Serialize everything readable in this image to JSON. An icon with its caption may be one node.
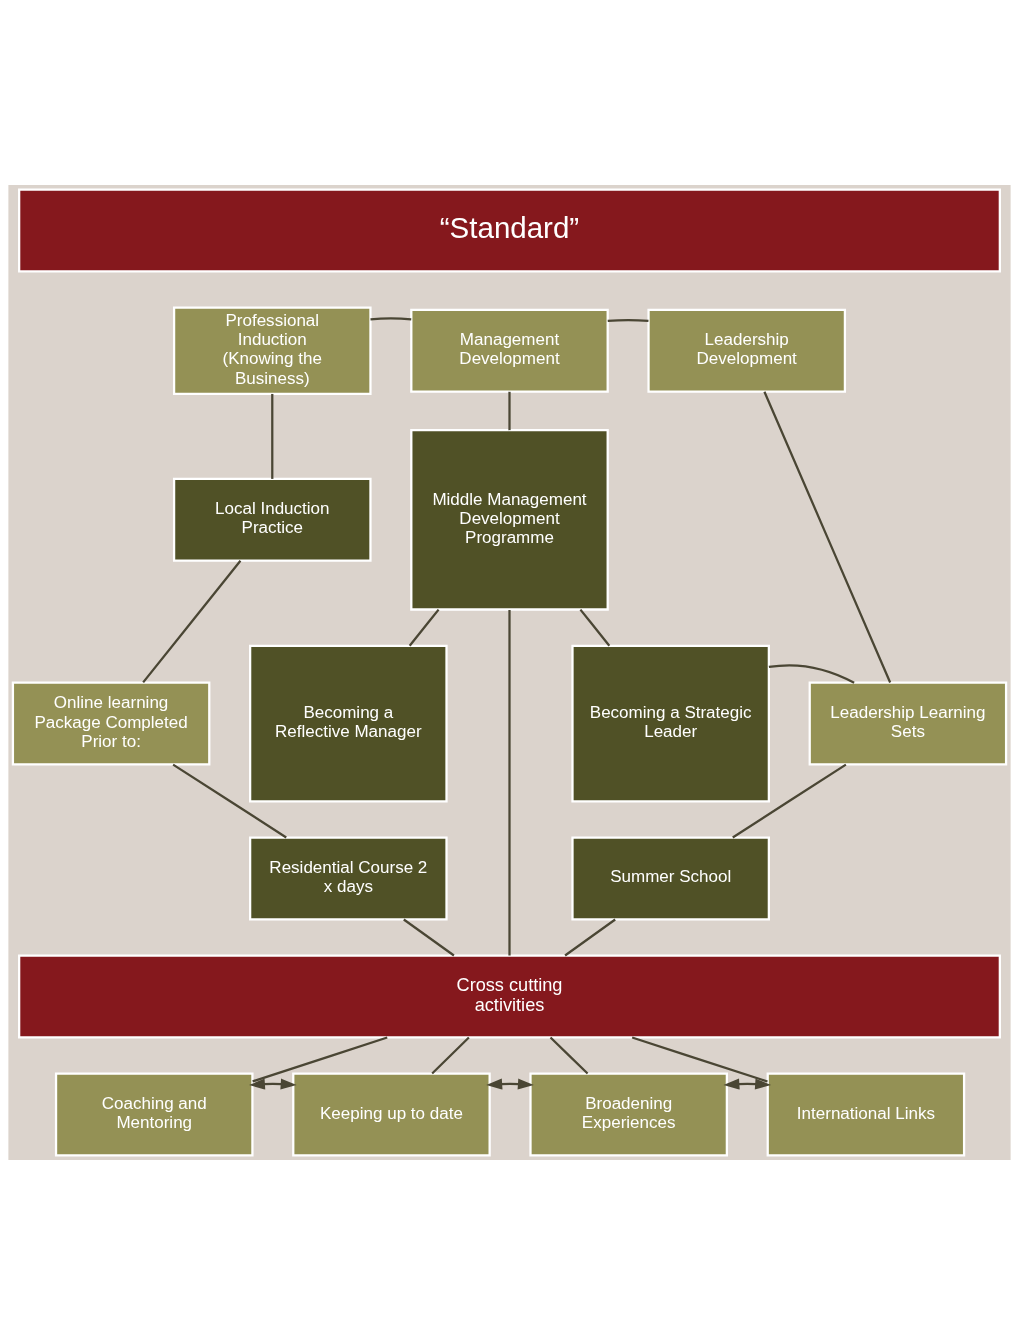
{
  "diagram": {
    "nodes": [
      {
        "text": [
          "“Standard”"
        ]
      },
      {
        "text": [
          "Professional Induction",
          "(Knowing the Business)"
        ]
      },
      {
        "text": [
          "Management Development"
        ]
      },
      {
        "text": [
          "Leadership Development"
        ]
      },
      {
        "text": [
          "Local Induction Practice"
        ]
      },
      {
        "text": [
          "Middle Management Development Programme"
        ]
      },
      {
        "text": [
          "Online learning Package Completed Prior to:"
        ]
      },
      {
        "text": [
          "Becoming a Reflective Manager"
        ]
      },
      {
        "text": [
          "Becoming a Strategic Leader"
        ]
      },
      {
        "text": [
          "Leadership Learning Sets"
        ]
      },
      {
        "text": [
          "Residential Course 2 x days"
        ]
      },
      {
        "text": [
          "Summer School"
        ]
      },
      {
        "text": [
          "Cross cutting activities"
        ]
      },
      {
        "text": [
          "Coaching and Mentoring"
        ]
      },
      {
        "text": [
          "Keeping up to date"
        ]
      },
      {
        "text": [
          "Broadening Experiences"
        ]
      },
      {
        "text": [
          "International Links"
        ]
      }
    ],
    "edges": [
      {
        "from": 2,
        "to": 1,
        "arrow": "none"
      },
      {
        "from": 2,
        "to": 3,
        "arrow": "none"
      },
      {
        "from": 1,
        "to": 4,
        "arrow": "none"
      },
      {
        "from": 2,
        "to": 5,
        "arrow": "none"
      },
      {
        "from": 3,
        "to": 9,
        "arrow": "none"
      },
      {
        "from": 4,
        "to": 6,
        "arrow": "none"
      },
      {
        "from": 5,
        "to": 7,
        "arrow": "none"
      },
      {
        "from": 5,
        "to": 8,
        "arrow": "none"
      },
      {
        "from": 8,
        "to": 9,
        "arrow": "none"
      },
      {
        "from": 6,
        "to": 10,
        "arrow": "none"
      },
      {
        "from": 9,
        "to": 11,
        "arrow": "none"
      },
      {
        "from": 10,
        "to": 12,
        "arrow": "none"
      },
      {
        "from": 5,
        "to": 12,
        "arrow": "none"
      },
      {
        "from": 11,
        "to": 12,
        "arrow": "none"
      },
      {
        "from": 12,
        "to": 13,
        "arrow": "none"
      },
      {
        "from": 12,
        "to": 14,
        "arrow": "none"
      },
      {
        "from": 12,
        "to": 15,
        "arrow": "none"
      },
      {
        "from": 12,
        "to": 16,
        "arrow": "none"
      },
      {
        "from": 13,
        "to": 14,
        "arrow": "both"
      },
      {
        "from": 14,
        "to": 15,
        "arrow": "both"
      },
      {
        "from": 15,
        "to": 16,
        "arrow": "both"
      }
    ]
  }
}
